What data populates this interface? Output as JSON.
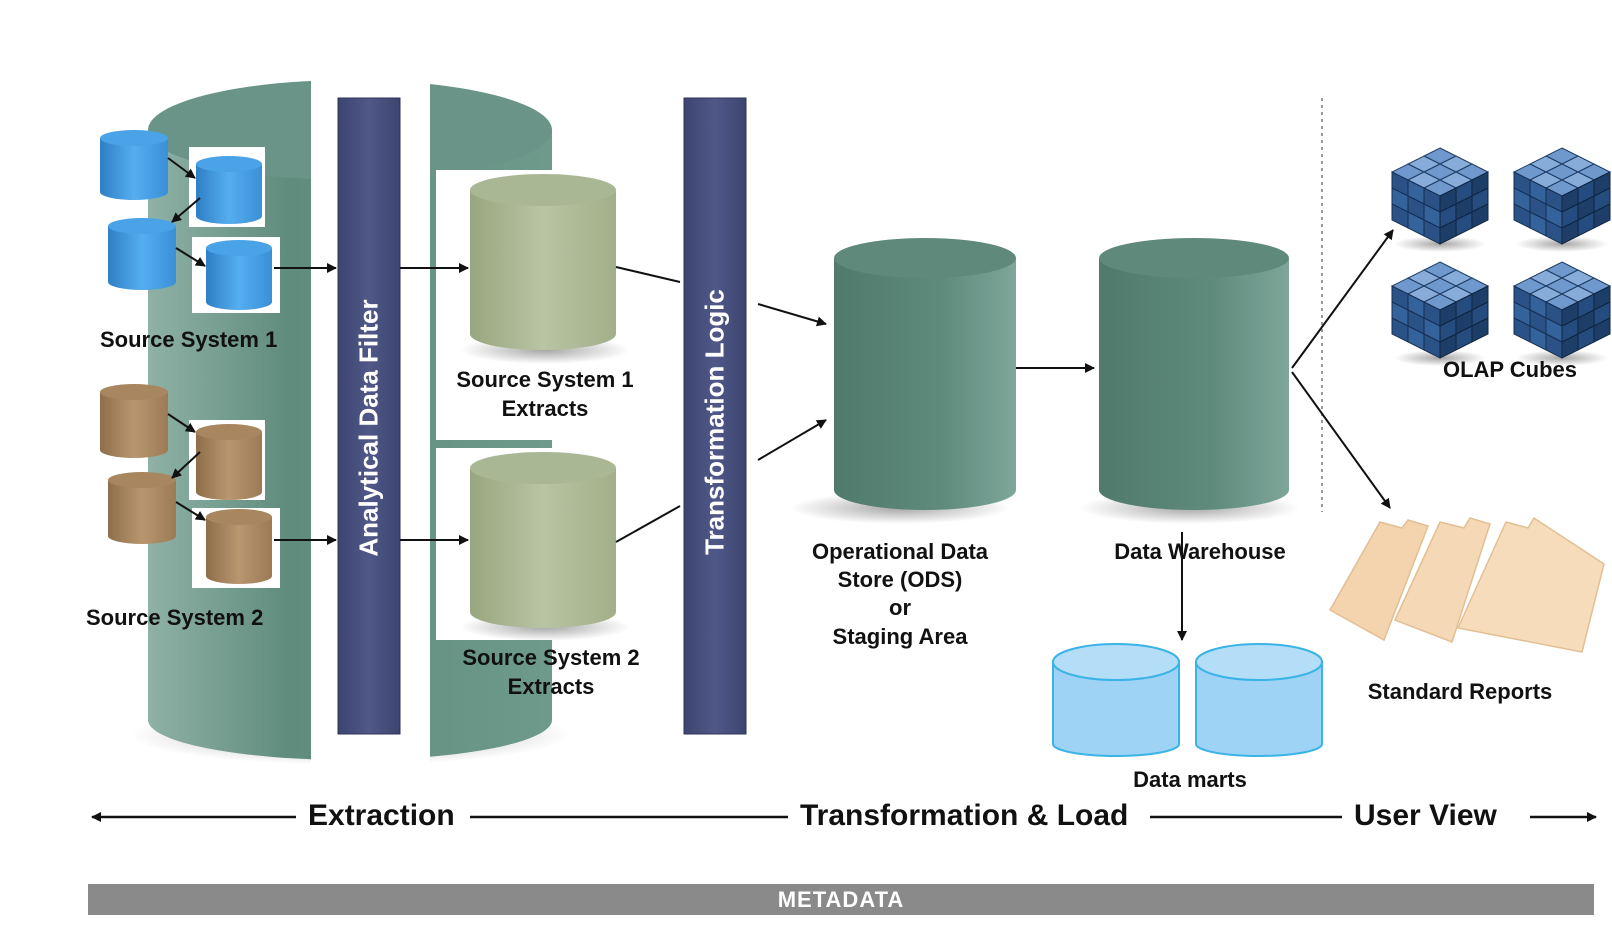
{
  "labels": {
    "source_system_1": "Source System 1",
    "source_system_2": "Source System 2",
    "analytical_data_filter": "Analytical Data Filter",
    "source_system_1_extracts_l1": "Source System 1",
    "source_system_1_extracts_l2": "Extracts",
    "source_system_2_extracts_l1": "Source System 2",
    "source_system_2_extracts_l2": "Extracts",
    "transformation_logic": "Transformation Logic",
    "ods_l1": "Operational Data",
    "ods_l2": "Store (ODS)",
    "ods_l3": "or",
    "ods_l4": "Staging Area",
    "data_warehouse": "Data Warehouse",
    "data_marts": "Data marts",
    "olap_cubes": "OLAP Cubes",
    "standard_reports": "Standard Reports"
  },
  "phases": {
    "extraction": "Extraction",
    "transformation_load": "Transformation & Load",
    "user_view": "User View"
  },
  "metadata": "METADATA",
  "colors": {
    "big_cylinder": "#6e9a8c",
    "vertical_bar": "#4a5280",
    "extract_cylinder": "#b4bf9d",
    "ods_cylinder": "#66907f",
    "source1_cylinder": "#3f97dc",
    "source2_cylinder": "#a68560",
    "data_mart_cylinder": "#9fd3f5",
    "olap_cube": "#2e5a92",
    "report_folder": "#f3d4ae",
    "metadata_bar": "#8a8a8a"
  }
}
